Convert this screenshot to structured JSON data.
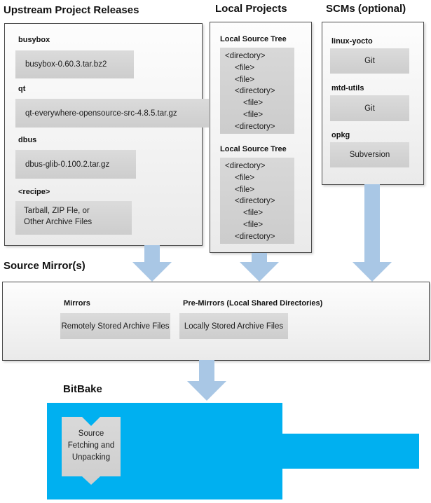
{
  "colors": {
    "accent_cyan": "#00b0f0",
    "arrow_blue": "#a9c7e5",
    "inner_box_gray": "#d2d2d2",
    "panel_border": "#4b4b4b"
  },
  "upstream": {
    "title": "Upstream Project Releases",
    "items": [
      {
        "label": "busybox",
        "file": "busybox-0.60.3.tar.bz2"
      },
      {
        "label": "qt",
        "file": "qt-everywhere-opensource-src-4.8.5.tar.gz"
      },
      {
        "label": "dbus",
        "file": "dbus-glib-0.100.2.tar.gz"
      },
      {
        "label": "<recipe>",
        "lines": [
          "Tarball, ZIP Fle, or",
          "Other Archive Files"
        ]
      }
    ]
  },
  "local_projects": {
    "title": "Local Projects",
    "trees": [
      {
        "label": "Local Source Tree",
        "lines": [
          {
            "text": "<directory>",
            "indent": 0
          },
          {
            "text": "<file>",
            "indent": 1
          },
          {
            "text": "<file>",
            "indent": 1
          },
          {
            "text": "<directory>",
            "indent": 1
          },
          {
            "text": "<file>",
            "indent": 2
          },
          {
            "text": "<file>",
            "indent": 2
          },
          {
            "text": "<directory>",
            "indent": 1
          }
        ]
      },
      {
        "label": "Local Source Tree",
        "lines": [
          {
            "text": "<directory>",
            "indent": 0
          },
          {
            "text": "<file>",
            "indent": 1
          },
          {
            "text": "<file>",
            "indent": 1
          },
          {
            "text": "<directory>",
            "indent": 1
          },
          {
            "text": "<file>",
            "indent": 2
          },
          {
            "text": "<file>",
            "indent": 2
          },
          {
            "text": "<directory>",
            "indent": 1
          }
        ]
      }
    ]
  },
  "scms": {
    "title": "SCMs (optional)",
    "items": [
      {
        "label": "linux-yocto",
        "tool": "Git"
      },
      {
        "label": "mtd-utils",
        "tool": "Git"
      },
      {
        "label": "opkg",
        "tool": "Subversion"
      }
    ]
  },
  "source_mirrors": {
    "title": "Source Mirror(s)",
    "mirrors_label": "Mirrors",
    "mirrors_box": "Remotely Stored Archive Files",
    "premirrors_label": "Pre-Mirrors (Local Shared Directories)",
    "premirrors_box": "Locally Stored Archive Files"
  },
  "bitbake": {
    "title": "BitBake",
    "ribbon_lines": [
      "Source",
      "Fetching and",
      "Unpacking"
    ]
  }
}
